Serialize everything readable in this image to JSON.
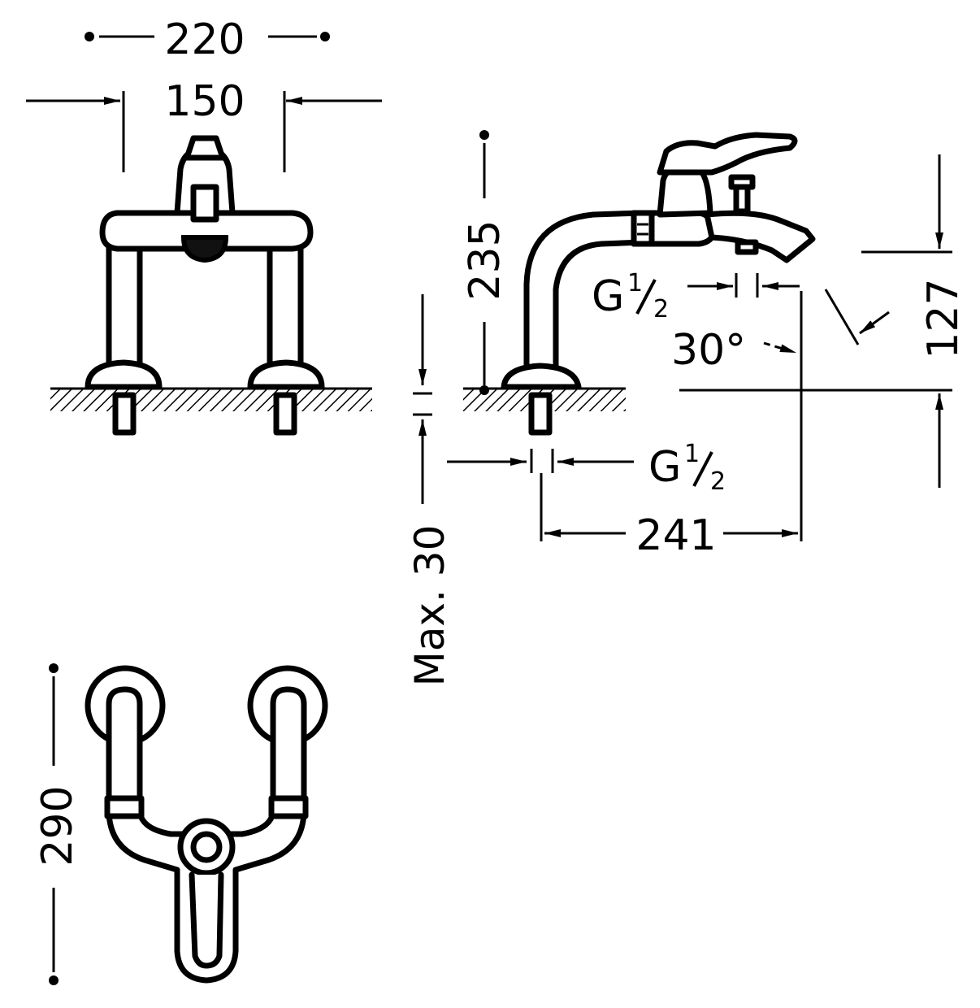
{
  "dimensions": {
    "overall_width": "220",
    "inlet_spacing": "150",
    "height": "235",
    "spout_height": "127",
    "spout_reach": "241",
    "deck_thickness_max": "Max. 30",
    "depth": "290",
    "spout_angle": "30°"
  },
  "thread_sizes": {
    "outlet": {
      "letter": "G",
      "fraction_num": "1",
      "fraction_den": "2"
    },
    "inlet": {
      "letter": "G",
      "fraction_num": "1",
      "fraction_den": "2"
    }
  },
  "colors": {
    "line": "#000000",
    "background": "#ffffff",
    "hatch": "#000000"
  }
}
